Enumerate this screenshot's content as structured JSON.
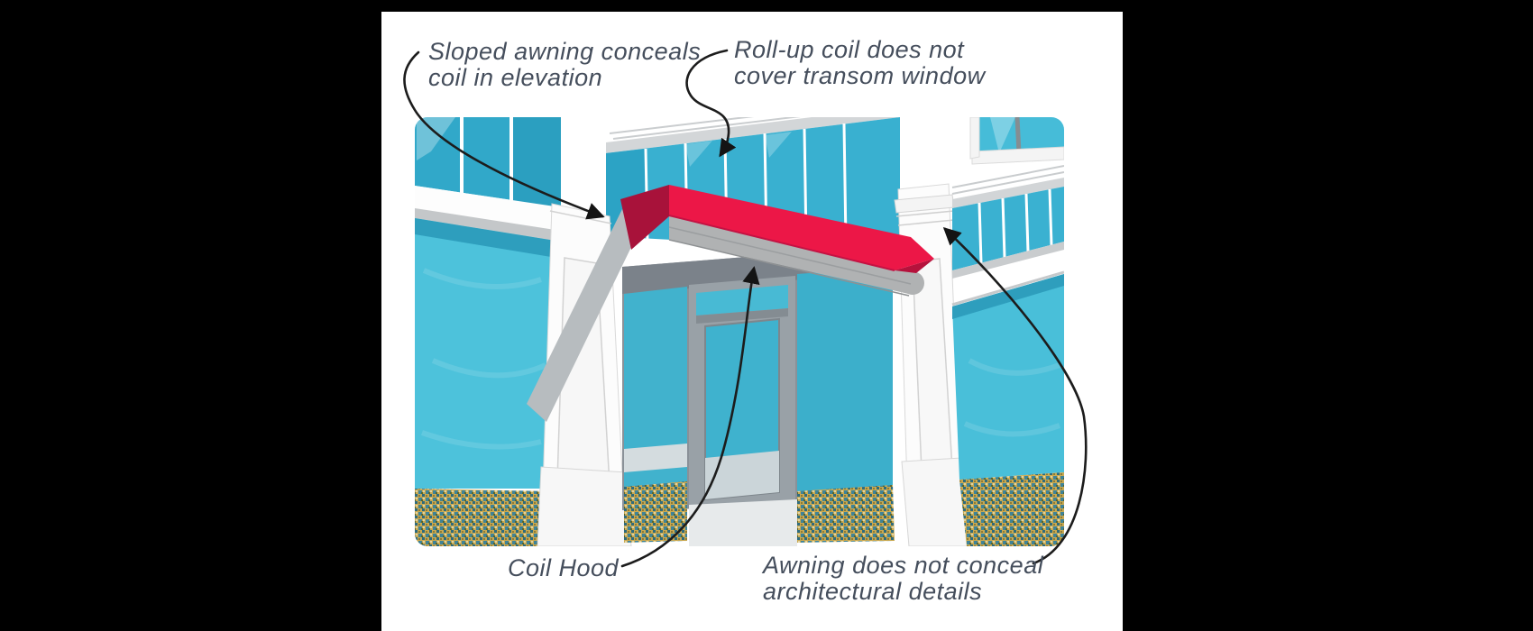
{
  "page": {
    "background_color": "#000000"
  },
  "panel": {
    "background_color": "#ffffff"
  },
  "illustration": {
    "annotations": [
      {
        "id": "sloped-awning",
        "lines": [
          "Sloped awning conceals",
          "coil in elevation"
        ]
      },
      {
        "id": "roll-up-coil",
        "lines": [
          "Roll-up coil does not",
          "cover transom window"
        ]
      },
      {
        "id": "coil-hood",
        "lines": [
          "Coil Hood"
        ]
      },
      {
        "id": "awning-architectural",
        "lines": [
          "Awning does not conceal",
          "architectural details"
        ]
      }
    ],
    "colors": {
      "awning_red": "#EC1747",
      "awning_red_dark": "#A8123A",
      "coil_hood_gray": "#B0B2B3",
      "storefront_glass_teal": "#49BFD9",
      "transom_glass_teal": "#39B0D0",
      "mosaic_gold": "#C8A952",
      "annotation_text": "#454E5C",
      "arrow_black": "#1C1C1C"
    }
  }
}
